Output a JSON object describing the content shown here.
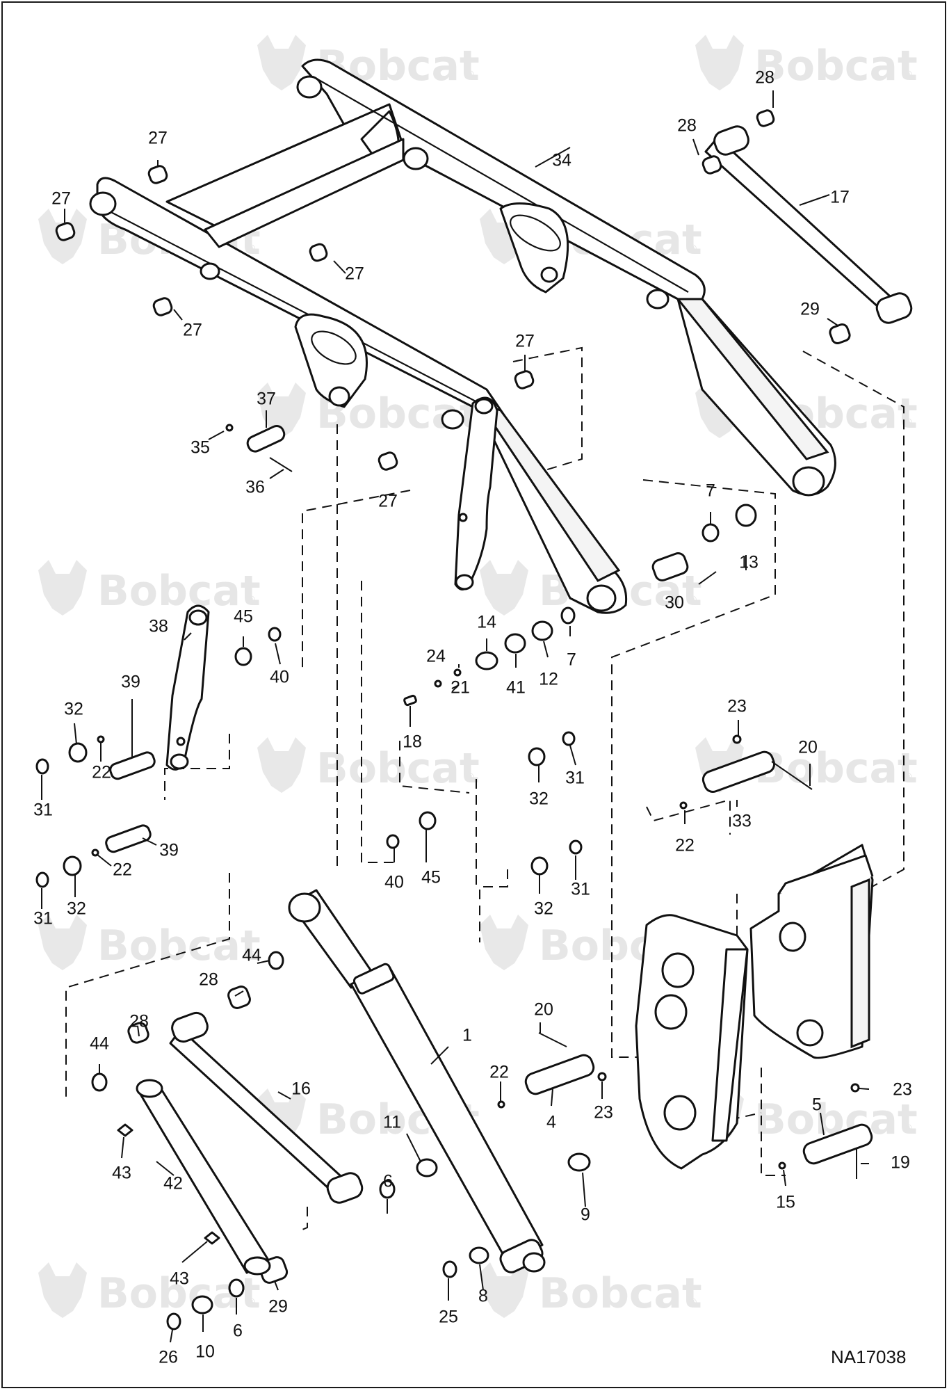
{
  "watermark": {
    "brand": "Bobcat",
    "mark": "®"
  },
  "figure_id": "NA17038",
  "callouts": [
    {
      "label": "27"
    },
    {
      "label": "27"
    },
    {
      "label": "27"
    },
    {
      "label": "27"
    },
    {
      "label": "27"
    },
    {
      "label": "27"
    },
    {
      "label": "34"
    },
    {
      "label": "28"
    },
    {
      "label": "28"
    },
    {
      "label": "17"
    },
    {
      "label": "29"
    },
    {
      "label": "37"
    },
    {
      "label": "35"
    },
    {
      "label": "36"
    },
    {
      "label": "7"
    },
    {
      "label": "13"
    },
    {
      "label": "30"
    },
    {
      "label": "14"
    },
    {
      "label": "24"
    },
    {
      "label": "21"
    },
    {
      "label": "41"
    },
    {
      "label": "12"
    },
    {
      "label": "7"
    },
    {
      "label": "18"
    },
    {
      "label": "38"
    },
    {
      "label": "45"
    },
    {
      "label": "40"
    },
    {
      "label": "39"
    },
    {
      "label": "32"
    },
    {
      "label": "22"
    },
    {
      "label": "31"
    },
    {
      "label": "39"
    },
    {
      "label": "22"
    },
    {
      "label": "31"
    },
    {
      "label": "32"
    },
    {
      "label": "31"
    },
    {
      "label": "32"
    },
    {
      "label": "45"
    },
    {
      "label": "40"
    },
    {
      "label": "32"
    },
    {
      "label": "31"
    },
    {
      "label": "23"
    },
    {
      "label": "20"
    },
    {
      "label": "22"
    },
    {
      "label": "33"
    },
    {
      "label": "44"
    },
    {
      "label": "28"
    },
    {
      "label": "28"
    },
    {
      "label": "44"
    },
    {
      "label": "16"
    },
    {
      "label": "1"
    },
    {
      "label": "20"
    },
    {
      "label": "22"
    },
    {
      "label": "4"
    },
    {
      "label": "23"
    },
    {
      "label": "23"
    },
    {
      "label": "5"
    },
    {
      "label": "19"
    },
    {
      "label": "15"
    },
    {
      "label": "43"
    },
    {
      "label": "42"
    },
    {
      "label": "43"
    },
    {
      "label": "11"
    },
    {
      "label": "6"
    },
    {
      "label": "9"
    },
    {
      "label": "8"
    },
    {
      "label": "25"
    },
    {
      "label": "29"
    },
    {
      "label": "6"
    },
    {
      "label": "10"
    },
    {
      "label": "26"
    }
  ]
}
